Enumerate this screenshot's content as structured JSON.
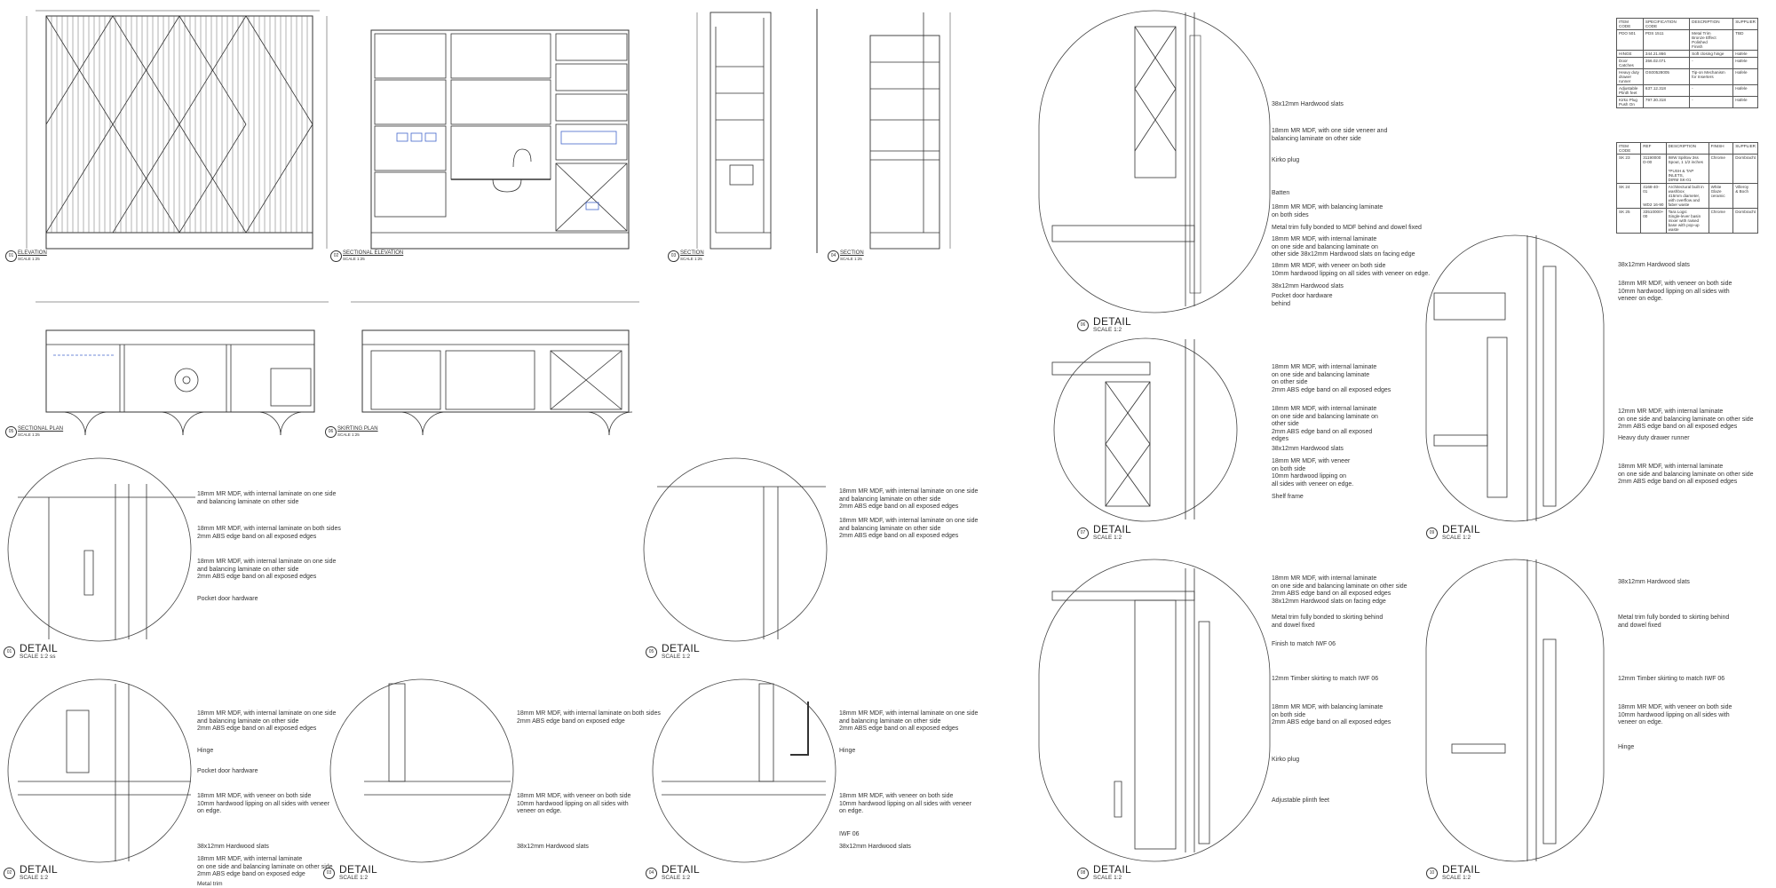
{
  "views": {
    "elevation": {
      "num": "01",
      "title": "ELEVATION",
      "scale": "SCALE 1:25"
    },
    "sectional_elevation": {
      "num": "02",
      "title": "SECTIONAL ELEVATION",
      "scale": "SCALE 1:25"
    },
    "section_a": {
      "num": "03",
      "title": "SECTION",
      "scale": "SCALE 1:25"
    },
    "section_b": {
      "num": "04",
      "title": "SECTION",
      "scale": "SCALE 1:25"
    },
    "sectional_plan": {
      "num": "05",
      "title": "SECTIONAL PLAN",
      "scale": "SCALE 1:25"
    },
    "skirting_plan": {
      "num": "06",
      "title": "SKIRTING PLAN",
      "scale": "SCALE 1:25"
    }
  },
  "details": [
    {
      "num": "01",
      "title": "DETAIL",
      "scale": "SCALE 1:2 ss",
      "notes": [
        "18mm MR MDF, with internal laminate on one side\nand balancing laminate on other side",
        "18mm MR MDF, with internal laminate on both sides\n2mm ABS edge band on all exposed edges",
        "18mm MR MDF, with internal laminate on one side\nand balancing laminate on other side\n2mm ABS edge band on all exposed edges",
        "Pocket door hardware"
      ]
    },
    {
      "num": "02",
      "title": "DETAIL",
      "scale": "SCALE 1:2",
      "notes": [
        "18mm MR MDF, with internal laminate on one side\nand balancing laminate on other side\n2mm ABS edge band on all exposed edges",
        "Hinge",
        "Pocket door hardware",
        "18mm MR MDF, with veneer on both side\n10mm hardwood lipping on all sides with veneer\non edge.",
        "38x12mm Hardwood slats",
        "18mm MR MDF, with internal laminate\non one side and balancing laminate on other side\n2mm ABS edge band on exposed edge",
        "Metal trim"
      ]
    },
    {
      "num": "03",
      "title": "DETAIL",
      "scale": "SCALE 1:2",
      "notes": [
        "18mm MR MDF, with internal laminate on both sides\n2mm ABS edge band on exposed edge",
        "18mm MR MDF, with veneer on both side\n10mm hardwood lipping on all sides with\nveneer on edge.",
        "38x12mm Hardwood slats"
      ]
    },
    {
      "num": "04",
      "title": "DETAIL",
      "scale": "SCALE 1:2",
      "notes": [
        "18mm MR MDF, with internal laminate on one side\nand balancing laminate on other side\n2mm ABS edge band on all exposed edges",
        "Hinge",
        "18mm MR MDF, with veneer on both side\n10mm hardwood lipping on all sides with veneer\non edge.",
        "IWF 06",
        "38x12mm Hardwood slats"
      ]
    },
    {
      "num": "05",
      "title": "DETAIL",
      "scale": "SCALE 1:2",
      "notes": [
        "18mm MR MDF, with internal laminate on one side\nand balancing laminate on other side\n2mm ABS edge band on all exposed edges",
        "18mm MR MDF, with internal laminate on one side\nand balancing laminate on other side\n2mm ABS edge band on all exposed edges"
      ]
    },
    {
      "num": "06",
      "title": "DETAIL",
      "scale": "SCALE 1:2",
      "notes": [
        "38x12mm Hardwood slats",
        "18mm MR MDF, with one side veneer and\nbalancing laminate on other side",
        "Kirko plug",
        "Batten",
        "18mm MR MDF, with balancing laminate\non both sides",
        "Metal trim fully bonded to MDF behind and dowel fixed",
        "18mm MR MDF, with internal laminate\non one side and balancing laminate on\nother side 38x12mm Hardwood slats on facing edge",
        "18mm MR MDF, with veneer on both side\n10mm hardwood lipping on all sides with veneer on edge.",
        "38x12mm Hardwood slats",
        "Pocket door hardware\nbehind"
      ]
    },
    {
      "num": "07",
      "title": "DETAIL",
      "scale": "SCALE 1:2",
      "notes": [
        "18mm MR MDF, with internal laminate\non one side and balancing laminate\non other side\n2mm ABS edge band on all exposed edges",
        "18mm MR MDF, with internal laminate\non one side and balancing laminate on\nother side\n2mm ABS edge band on all exposed\nedges",
        "38x12mm Hardwood slats",
        "18mm MR MDF, with veneer\non both side\n10mm hardwood lipping on\nall sides with veneer on edge.",
        "Shelf frame"
      ]
    },
    {
      "num": "08",
      "title": "DETAIL",
      "scale": "SCALE 1:2",
      "notes": [
        "18mm MR MDF, with internal laminate\non one side and balancing laminate on other side\n2mm ABS edge band on all exposed edges\n38x12mm Hardwood slats on facing edge",
        "Metal trim fully bonded to skirting behind\nand dowel fixed",
        "Finish to match IWF 06",
        "12mm Timber skirting to match IWF 06",
        "18mm MR MDF, with balancing laminate\non both side\n2mm ABS edge band on all exposed edges",
        "Kirko plug",
        "Adjustable plinth feet"
      ]
    },
    {
      "num": "09",
      "title": "DETAIL",
      "scale": "SCALE 1:2",
      "notes": [
        "38x12mm Hardwood slats",
        "18mm MR MDF, with veneer on both side\n10mm hardwood lipping on all sides with\nveneer on edge.",
        "12mm MR MDF, with internal laminate\non one side and balancing laminate on other side\n2mm ABS edge band on all exposed edges",
        "Heavy duty drawer runner",
        "18mm MR MDF, with internal laminate\non one side and balancing laminate on other side\n2mm ABS edge band on all exposed edges"
      ]
    },
    {
      "num": "10",
      "title": "DETAIL",
      "scale": "SCALE 1:2",
      "notes": [
        "38x12mm Hardwood slats",
        "Metal trim fully bonded to skirting behind\nand dowel fixed",
        "12mm Timber skirting to match IWF 06",
        "18mm MR MDF, with veneer on both side\n10mm hardwood lipping on all sides with\nveneer on edge.",
        "Hinge"
      ]
    }
  ],
  "schedule_hardware": {
    "headers": [
      "ITEM CODE",
      "SPECIFICATION CODE",
      "DESCRIPTION",
      "SUPPLIER"
    ],
    "rows": [
      [
        "PDO 501",
        "PDS 1511",
        "Metal Trim\nBronze Effect Polished\nFinish",
        "TBD"
      ],
      [
        "HINGE",
        "344.21.866",
        "Soft closing hinge",
        "Hafele"
      ],
      [
        "Door\nCatches",
        "356.02.071",
        "-",
        "Hafele"
      ],
      [
        "Heavy duty\ndrawer\nrunner",
        "OS00528005",
        "Tip-on Mechanism\nfor Inserters",
        "Hafele"
      ],
      [
        "Adjustable\nPlinth feet",
        "637.12.318",
        "-",
        "Hafele"
      ],
      [
        "Kirko Plug\nPush On",
        "797.30.318",
        "-",
        "Hafele"
      ]
    ]
  },
  "schedule_sanitary": {
    "headers": [
      "ITEM CODE",
      "REF",
      "DESCRIPTION",
      "FINISH",
      "SUPPLIER"
    ],
    "rows": [
      [
        "SK 23",
        "31190000\nD-00",
        "IWW Spillow 3ss\nSpout, 1 1/2 inches\n\n*PUSH & TAP INLETS,\nDIRM SK-01",
        "Chrome",
        "Dornbracht"
      ],
      [
        "SK 24",
        "4168-40-01\n\n\nWD2 16-90",
        "Architectural built in\nwashbox\n415mm diameter,\nwith overflow and\nfaber waste",
        "White Glaze\nceramic",
        "Villeroy\n& Boch"
      ],
      [
        "SK 25",
        "33510000+\n00",
        "Tara Logic\nSingle-lever basin\nmixer with raised\nbase with pop-up\nwaste",
        "Chrome",
        "Dornbracht"
      ]
    ]
  }
}
